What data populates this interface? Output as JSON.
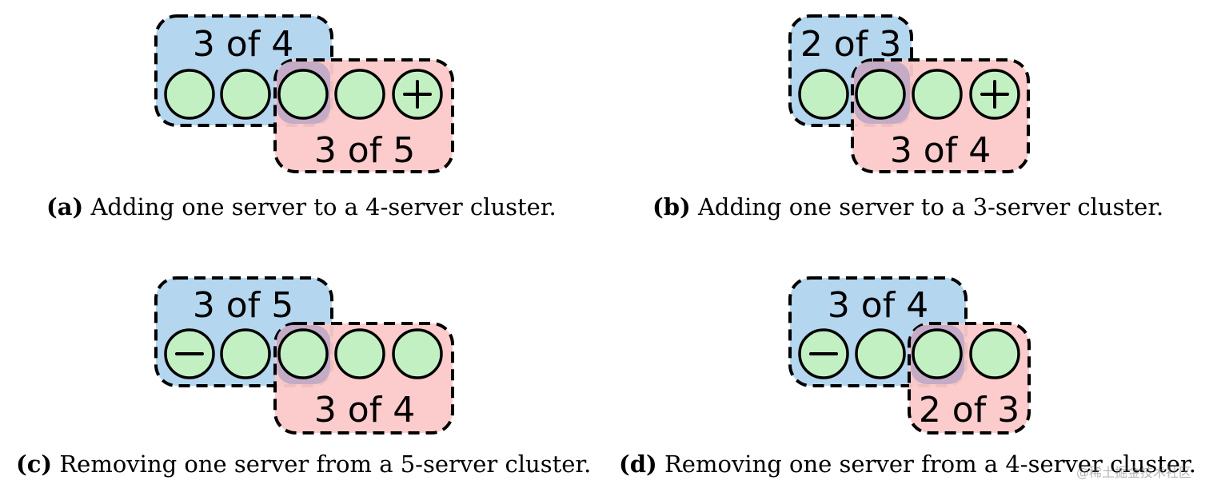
{
  "panels": [
    {
      "id": "a",
      "letter": "(a)",
      "caption": "Adding one server to a 4-server cluster.",
      "old_label": "3 of 4",
      "new_label": "3 of 5",
      "servers": [
        "",
        "",
        "",
        "",
        "+"
      ]
    },
    {
      "id": "b",
      "letter": "(b)",
      "caption": "Adding one server to a 3-server cluster.",
      "old_label": "2 of 3",
      "new_label": "3 of 4",
      "servers": [
        "",
        "",
        "",
        "+"
      ]
    },
    {
      "id": "c",
      "letter": "(c)",
      "caption": "Removing one server from a 5-server cluster.",
      "old_label": "3 of 5",
      "new_label": "3 of 4",
      "servers": [
        "-",
        "",
        "",
        "",
        ""
      ]
    },
    {
      "id": "d",
      "letter": "(d)",
      "caption": "Removing one server from a 4-server cluster.",
      "old_label": "3 of 4",
      "new_label": "2 of 3",
      "servers": [
        "-",
        "",
        "",
        ""
      ]
    }
  ],
  "watermark": "@稀土掘金技术社区",
  "colors": {
    "old_config": "#b0d4ee",
    "new_config": "#fcc8c8",
    "overlap": "#c4abc6",
    "server": "#c3f0c3"
  },
  "icons": {
    "plus": "plus-icon",
    "minus": "minus-icon"
  }
}
